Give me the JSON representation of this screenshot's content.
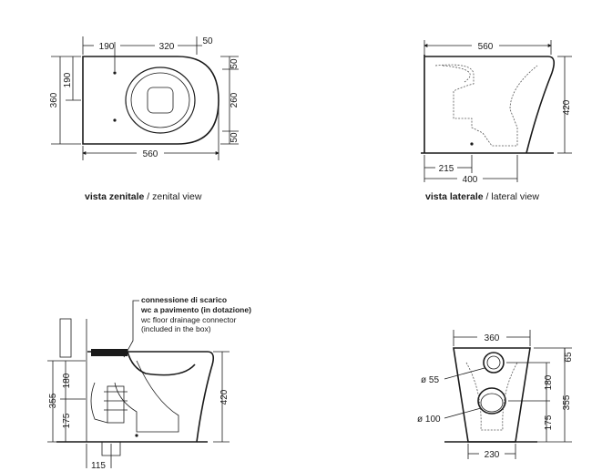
{
  "zenital": {
    "dims": {
      "top_left": "190",
      "top_mid": "320",
      "top_right": "50",
      "right_top": "50",
      "right_mid": "260",
      "right_bot": "50",
      "left_outer": "360",
      "left_inner": "190",
      "bottom": "560"
    },
    "caption_bold": "vista zenitale",
    "caption_light": " / zenital view"
  },
  "lateral": {
    "dims": {
      "top": "560",
      "right": "420",
      "bot_inner": "215",
      "bot_outer": "400"
    },
    "caption_bold": "vista laterale",
    "caption_light": " / lateral view"
  },
  "section": {
    "note_lines": [
      "connessione di scarico",
      "wc a pavimento (in dotazione)",
      "wc floor drainage connector",
      "(included in the box)"
    ],
    "dims": {
      "left_outer": "355",
      "left_upper": "180",
      "left_lower": "175",
      "right": "420",
      "bottom": "115"
    }
  },
  "front": {
    "dims": {
      "top": "360",
      "bottom": "230",
      "right_top": "65",
      "right_mid": "180",
      "right_bot": "175",
      "right_outer": "355",
      "dia_small": "ø 55",
      "dia_large": "ø 100"
    }
  }
}
